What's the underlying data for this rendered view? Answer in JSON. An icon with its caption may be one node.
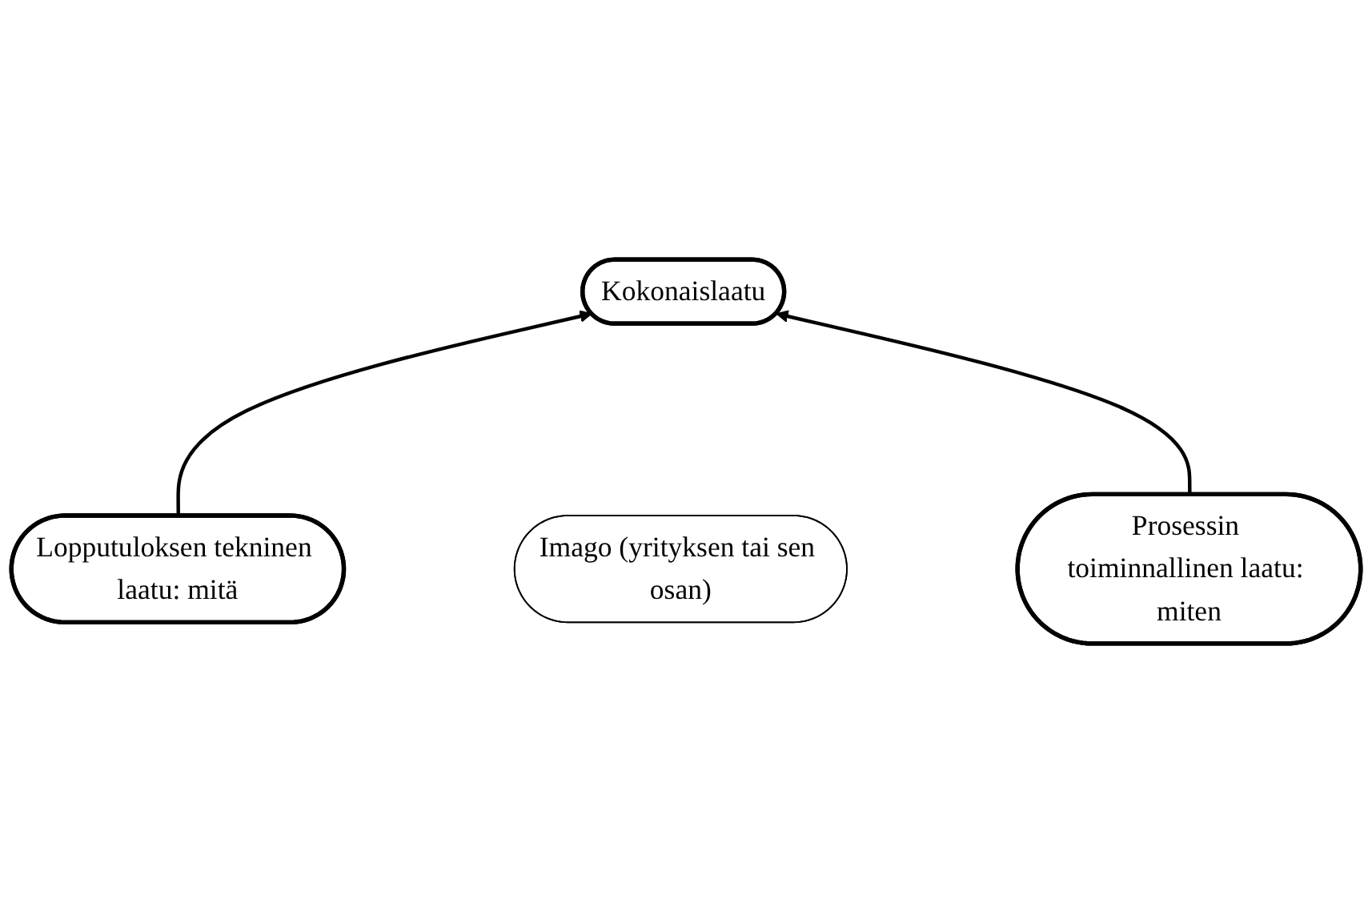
{
  "diagram": {
    "nodes": [
      {
        "text": [
          "Kokonaislaatu"
        ]
      },
      {
        "text": [
          "Imago (yrityksen tai sen osan)"
        ]
      },
      {
        "text": [
          "Lopputuloksen tekninen laatu: mitä"
        ]
      },
      {
        "text": [
          "Prosessin toiminnallinen laatu: miten"
        ]
      }
    ],
    "edges": [
      {
        "from": 2,
        "to": 0,
        "arrow": "to"
      },
      {
        "from": 3,
        "to": 0,
        "arrow": "to"
      }
    ]
  }
}
